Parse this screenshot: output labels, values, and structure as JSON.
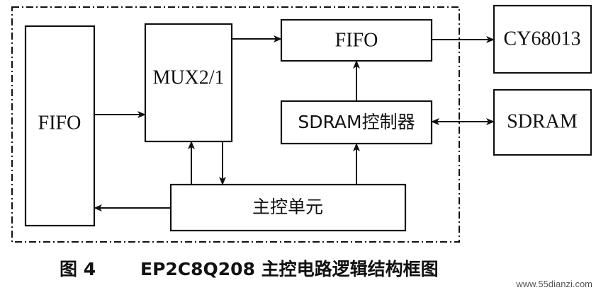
{
  "blocks": {
    "fifo_left": "FIFO",
    "mux": "MUX2/1",
    "fifo_top": "FIFO",
    "sdram_ctrl": "SDRAM控制器",
    "main_ctrl": "主控单元",
    "cy68013": "CY68013",
    "sdram": "SDRAM"
  },
  "caption": {
    "figure_no": "图 4",
    "title": "EP2C8Q208 主控电路逻辑结构框图"
  },
  "watermark": "www.55dianzi.com",
  "colors": {
    "ink": "#111111",
    "background": "#ffffff"
  }
}
